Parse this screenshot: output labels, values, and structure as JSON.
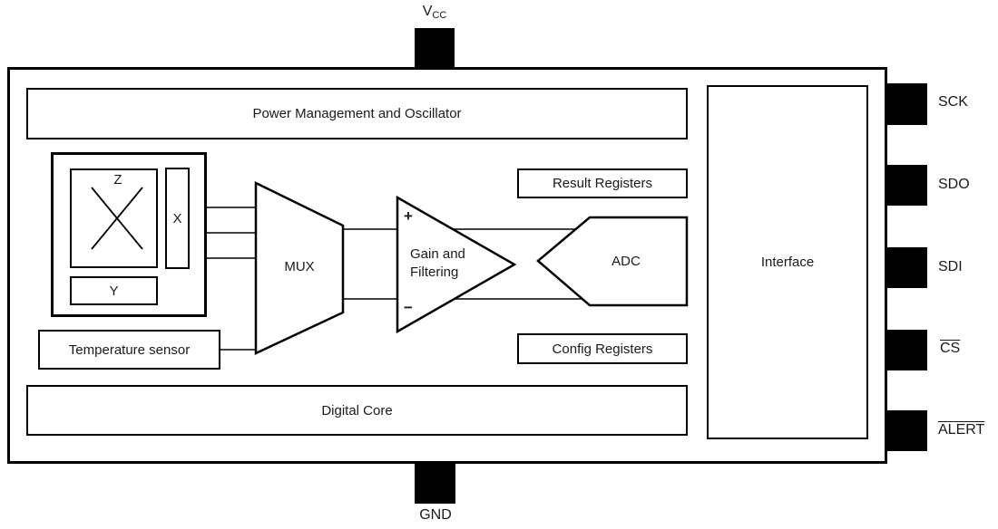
{
  "diagram": {
    "pins": {
      "vcc": {
        "label": "V",
        "sub": "CC"
      },
      "gnd": {
        "label": "GND"
      },
      "right": [
        {
          "label": "SCK",
          "overline": false
        },
        {
          "label": "SDO",
          "overline": false
        },
        {
          "label": "SDI",
          "overline": false
        },
        {
          "label": "CS",
          "overline": true
        },
        {
          "label": "ALERT",
          "overline": true
        }
      ]
    },
    "blocks": {
      "power": "Power Management and Oscillator",
      "digital_core": "Digital Core",
      "interface": "Interface",
      "result_registers": "Result Registers",
      "config_registers": "Config Registers",
      "temperature_sensor": "Temperature sensor",
      "mux": "MUX",
      "gain_line1": "Gain and",
      "gain_line2": "Filtering",
      "amp_plus": "+",
      "amp_minus": "−",
      "adc": "ADC",
      "sensor_z": "Z",
      "sensor_x": "X",
      "sensor_y": "Y"
    },
    "colors": {
      "line": "#000000",
      "fill": "#ffffff",
      "pin": "#000000"
    }
  }
}
